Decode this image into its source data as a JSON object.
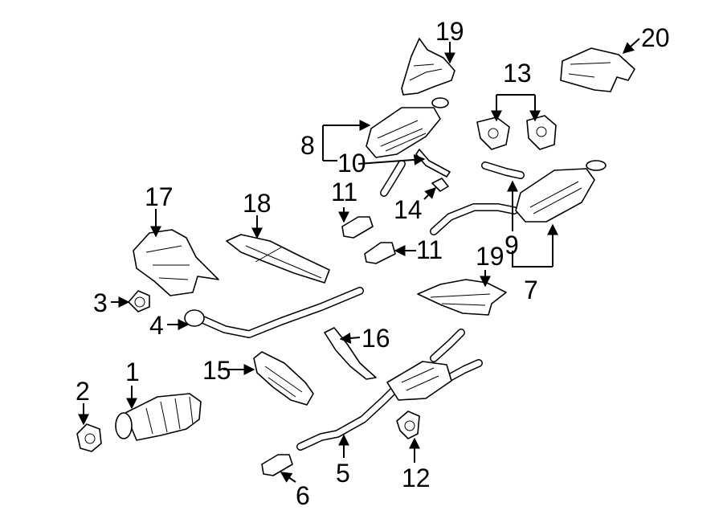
{
  "callouts": [
    {
      "id": "1",
      "label": "1"
    },
    {
      "id": "2",
      "label": "2"
    },
    {
      "id": "3",
      "label": "3"
    },
    {
      "id": "4",
      "label": "4"
    },
    {
      "id": "5",
      "label": "5"
    },
    {
      "id": "6",
      "label": "6"
    },
    {
      "id": "7",
      "label": "7"
    },
    {
      "id": "8",
      "label": "8"
    },
    {
      "id": "9",
      "label": "9"
    },
    {
      "id": "10",
      "label": "10"
    },
    {
      "id": "11a",
      "label": "11"
    },
    {
      "id": "11b",
      "label": "11"
    },
    {
      "id": "12",
      "label": "12"
    },
    {
      "id": "13",
      "label": "13"
    },
    {
      "id": "14",
      "label": "14"
    },
    {
      "id": "15",
      "label": "15"
    },
    {
      "id": "16",
      "label": "16"
    },
    {
      "id": "17",
      "label": "17"
    },
    {
      "id": "18",
      "label": "18"
    },
    {
      "id": "19",
      "label": "19"
    },
    {
      "id": "20",
      "label": "20"
    },
    {
      "id": "21",
      "label": "21"
    }
  ],
  "colors": {
    "line": "#000000",
    "background": "#ffffff"
  }
}
